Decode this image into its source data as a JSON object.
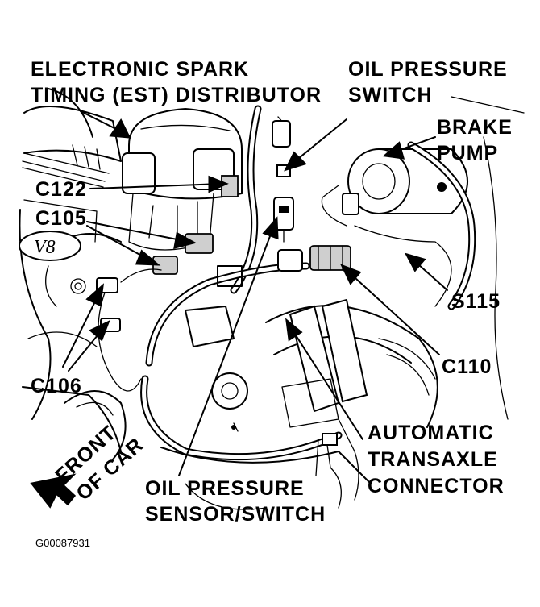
{
  "labels": {
    "distributor_line1": "ELECTRONIC SPARK",
    "distributor_line2": "TIMING (EST) DISTRIBUTOR",
    "oil_switch_line1": "OIL PRESSURE",
    "oil_switch_line2": "SWITCH",
    "brake_line1": "BRAKE",
    "brake_line2": "PUMP",
    "c122": "C122",
    "c105": "C105",
    "c106": "C106",
    "s115": "S115",
    "c110": "C110",
    "transaxle_line1": "AUTOMATIC",
    "transaxle_line2": "TRANSAXLE",
    "transaxle_line3": "CONNECTOR",
    "front_line1": "FRONT",
    "front_line2": "OF CAR",
    "oil_sensor_line1": "OIL PRESSURE",
    "oil_sensor_line2": "SENSOR/SWITCH",
    "engine_badge": "V8",
    "figure_id": "G00087931"
  }
}
